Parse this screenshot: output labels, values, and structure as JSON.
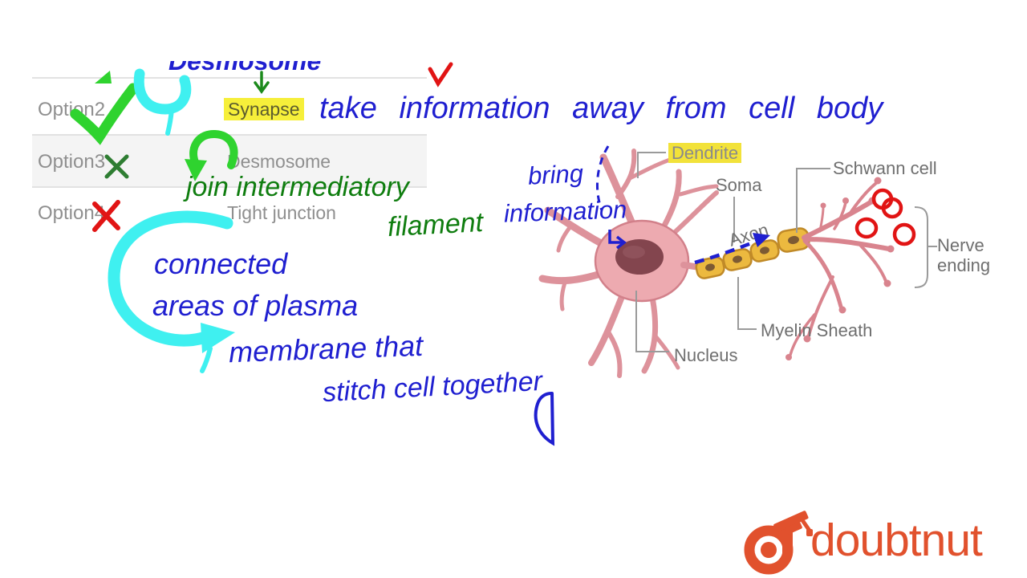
{
  "quiz": {
    "rows": [
      {
        "label": "Option2",
        "value": "Synapse"
      },
      {
        "label": "Option3",
        "value": "Desmosome"
      },
      {
        "label": "Option4",
        "value": "Tight junction"
      }
    ],
    "clipped_word": "Desmosome",
    "marks": {
      "option2": "green-check",
      "option3": "green-x",
      "option4": "red-x"
    }
  },
  "handwriting": {
    "take_info": "take information away from cell body",
    "bring_line1": "bring",
    "bring_line2": "information",
    "join_line": "join intermediatory",
    "filament": "filament",
    "connected": "connected",
    "areas": "areas of plasma",
    "membrane": "membrane that",
    "stitch": "stitch cell together"
  },
  "diagram": {
    "labels": {
      "dendrite": "Dendrite",
      "soma": "Soma",
      "schwann": "Schwann cell",
      "axon": "Axon",
      "nerve_line1": "Nerve",
      "nerve_line2": "ending",
      "myelin": "Myelin Sheath",
      "nucleus": "Nucleus"
    }
  },
  "brand": {
    "name": "doubtnut",
    "icon": "doubtnut-logo-icon"
  },
  "colors": {
    "ink_blue": "#1f1fd0",
    "ink_green": "#0f7d0f",
    "mark_green": "#2fd32f",
    "cyan": "#3ff0f0",
    "red": "#e11414",
    "highlight_yellow": "#f6ef3a",
    "brand_orange": "#e1512d",
    "row_alt": "#f4f4f4"
  }
}
